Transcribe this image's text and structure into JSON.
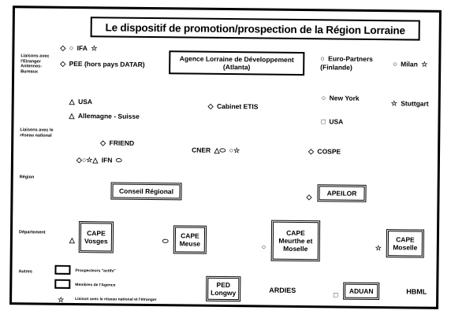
{
  "title": "Le dispositif de promotion/prospection de la Région Lorraine",
  "row_labels": {
    "r1": "Liaisons avec l'Etranger Antennes-Bureaux",
    "r2": "Liaisons avec le réseau national",
    "r3": "Région",
    "r4": "Département",
    "r5": "Autres"
  },
  "nodes": {
    "ifa": "IFA",
    "pee": "PEE (hors pays DATAR)",
    "agence": "Agence Lorraine de Développement (Atlanta)",
    "euro_partners": "Euro-Partners (Finlande)",
    "milan": "Milan",
    "usa1": "USA",
    "allemagne": "Allemagne - Suisse",
    "cabinet": "Cabinet ETIS",
    "newyork": "New York",
    "stuttgart": "Stuttgart",
    "usa2": "USA",
    "friend": "FRIEND",
    "ifn": "IFN",
    "cner": "CNER",
    "cospe": "COSPE",
    "conseil": "Conseil Régional",
    "apeilor": "APEILOR",
    "cape_vosges": "CAPE Vosges",
    "cape_meuse": "CAPE Meuse",
    "cape_mm": "CAPE Meurthe et Moselle",
    "cape_moselle": "CAPE Moselle",
    "ped": "PED Longwy",
    "ardies": "ARDIES",
    "aduan": "ADUAN",
    "hbml": "HBML"
  },
  "legend": {
    "l1": "Prospecteurs \"actifs\"",
    "l2": "Membres de l'Agence",
    "l3": "Liaison avec le réseau national et l'étranger"
  }
}
